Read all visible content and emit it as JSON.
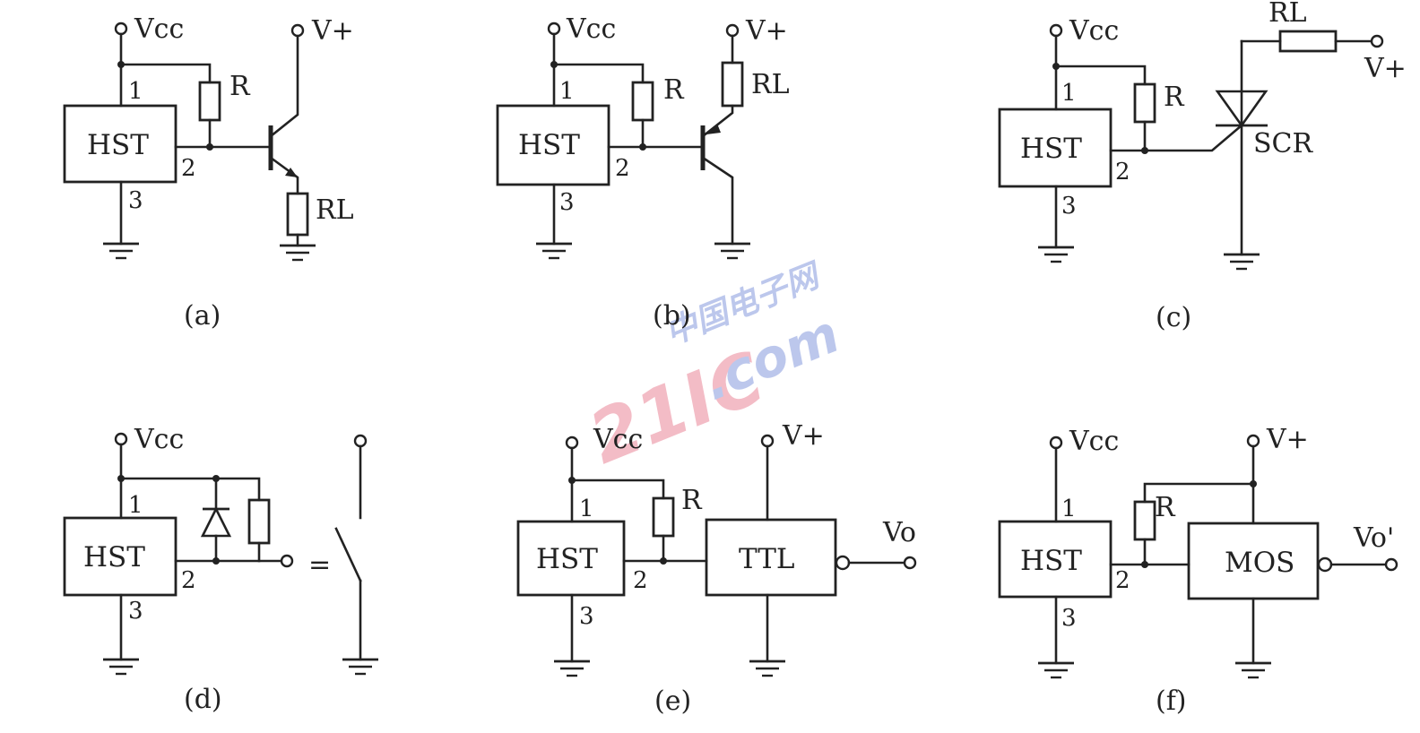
{
  "title": "Hall switch (HST) output interface circuits",
  "labels": {
    "hst": "HST",
    "vcc": "Vcc",
    "vplus": "V+",
    "r": "R",
    "rl": "RL",
    "scr": "SCR",
    "ttl": "TTL",
    "mos": "MOS",
    "vo": "Vo",
    "vo_prime": "Vo'",
    "equals": "=",
    "pin1": "1",
    "pin2": "2",
    "pin3": "3"
  },
  "captions": {
    "a": "(a)",
    "b": "(b)",
    "c": "(c)",
    "d": "(d)",
    "e": "(e)",
    "f": "(f)"
  },
  "watermark": {
    "number": "21IC",
    "domain": ".com",
    "chinese": "中国电子网",
    "number_color": "#f3bcc6",
    "text_color": "#bcc7ec"
  },
  "colors": {
    "line": "#222222",
    "background": "#ffffff"
  }
}
